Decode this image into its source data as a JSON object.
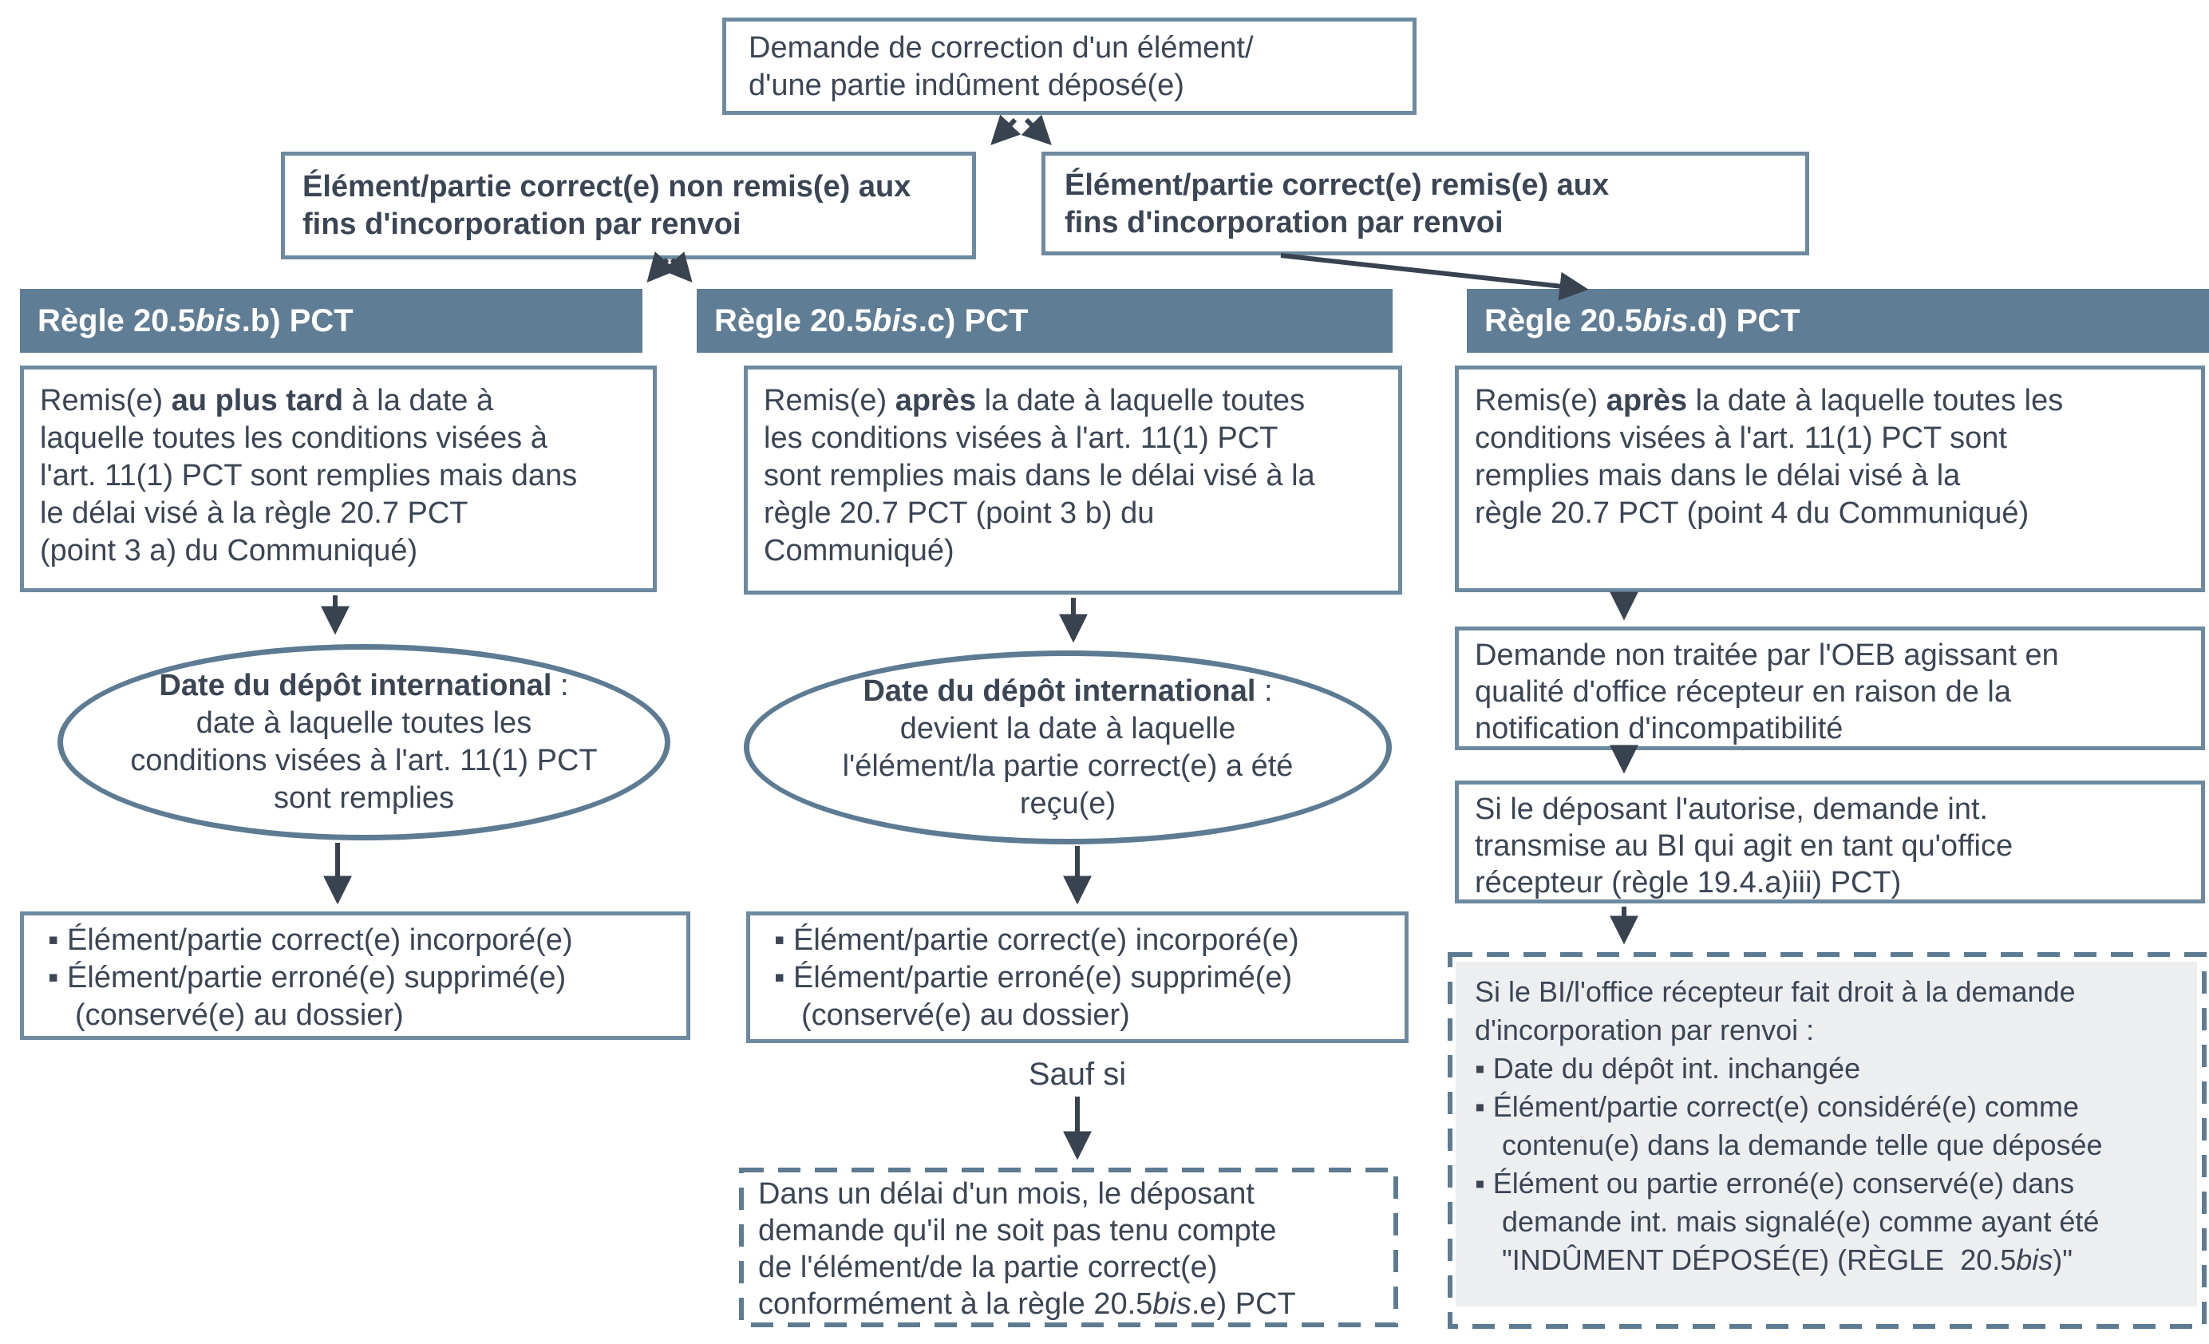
{
  "palette": {
    "header_bg": "#5f7d94",
    "box_border": "#6d8aa0",
    "shape_stroke": "#5d7b92",
    "text": "#3c4554",
    "arrow": "#39424f",
    "panel_gray": "#eceef0"
  },
  "nodes": {
    "top": {
      "text": [
        {
          "t": "Demande de correction d'un élément/\nd'une partie indûment déposé(e)"
        }
      ]
    },
    "branch_left": {
      "text": [
        {
          "t": "Élément/partie correct(e) non remis(e) aux\nfins d'incorporation par renvoi",
          "b": true
        }
      ]
    },
    "branch_right": {
      "text": [
        {
          "t": "Élément/partie correct(e) remis(e) aux\nfins d'incorporation par renvoi",
          "b": true
        }
      ]
    },
    "col_b": {
      "header": [
        {
          "t": "Règle 20.5",
          "b": true
        },
        {
          "t": "bis",
          "b": true,
          "i": true
        },
        {
          "t": ".b) PCT",
          "b": true
        }
      ],
      "body": [
        {
          "t": "Remis(e) "
        },
        {
          "t": "au plus tard",
          "b": true
        },
        {
          "t": " à la date à\nlaquelle toutes les conditions visées à\nl'art. 11(1) PCT sont remplies mais dans\nle délai visé à la règle 20.7 PCT\n(point 3 a) du Communiqué)"
        }
      ],
      "ellipse": [
        {
          "t": "Date du dépôt international",
          "b": true
        },
        {
          "t": " :\ndate à laquelle toutes les\nconditions visées à l'art. 11(1) PCT\nsont remplies"
        }
      ],
      "bullets": [
        [
          {
            "t": "▪ Élément/partie correct(e) incorporé(e)"
          }
        ],
        [
          {
            "t": "▪ Élément/partie erroné(e) supprimé(e)\n(conservé(e) au dossier)"
          }
        ]
      ]
    },
    "col_c": {
      "header": [
        {
          "t": "Règle 20.5",
          "b": true
        },
        {
          "t": "bis",
          "b": true,
          "i": true
        },
        {
          "t": ".c) PCT",
          "b": true
        }
      ],
      "body": [
        {
          "t": "Remis(e) "
        },
        {
          "t": "après",
          "b": true
        },
        {
          "t": " la date à laquelle toutes\nles conditions visées à l'art. 11(1) PCT\nsont remplies mais dans le délai visé à la\nrègle 20.7 PCT (point 3 b) du\nCommuniqué)"
        }
      ],
      "ellipse": [
        {
          "t": "Date du dépôt international",
          "b": true
        },
        {
          "t": " :\ndevient la date à laquelle\nl'élément/la partie correct(e) a été\nreçu(e)"
        }
      ],
      "bullets": [
        [
          {
            "t": "▪ Élément/partie correct(e) incorporé(e)"
          }
        ],
        [
          {
            "t": "▪ Élément/partie erroné(e) supprimé(e)\n(conservé(e) au dossier)"
          }
        ]
      ],
      "sauf_si": "Sauf si",
      "exception": [
        {
          "t": "Dans un délai d'un mois, le déposant\ndemande qu'il ne soit pas tenu compte\nde l'élément/de la partie correct(e)\nconformément à la règle 20.5"
        },
        {
          "t": "bis",
          "i": true
        },
        {
          "t": ".e) PCT"
        }
      ]
    },
    "col_d": {
      "header": [
        {
          "t": "Règle 20.5",
          "b": true
        },
        {
          "t": "bis",
          "b": true,
          "i": true
        },
        {
          "t": ".d) PCT",
          "b": true
        }
      ],
      "body": [
        {
          "t": "Remis(e) "
        },
        {
          "t": "après",
          "b": true
        },
        {
          "t": " la date à laquelle toutes les\nconditions visées à l'art. 11(1) PCT sont\nremplies mais dans le délai visé à la\nrègle 20.7 PCT (point 4 du Communiqué)"
        }
      ],
      "box2": [
        {
          "t": "Demande non traitée par l'OEB agissant en\nqualité d'office récepteur en raison de la\nnotification d'incompatibilité"
        }
      ],
      "box3": [
        {
          "t": "Si le déposant l'autorise, demande int.\ntransmise au BI qui agit en tant qu'office\nrécepteur (règle 19.4.a)iii) PCT)"
        }
      ],
      "result_intro": [
        {
          "t": "Si le BI/l'office récepteur fait droit à la demande\nd'incorporation par renvoi :"
        }
      ],
      "result_bullets": [
        [
          {
            "t": "▪ Date du dépôt int. inchangée"
          }
        ],
        [
          {
            "t": "▪ Élément/partie correct(e) considéré(e) comme\ncontenu(e) dans la demande telle que déposée"
          }
        ],
        [
          {
            "t": "▪ Élément ou partie erroné(e) conservé(e) dans\ndemande int. mais signalé(e) comme ayant été\n\"INDÛMENT DÉPOSÉ(E) (RÈGLE  20.5"
          },
          {
            "t": "bis",
            "i": true
          },
          {
            "t": ")\""
          }
        ]
      ]
    }
  }
}
